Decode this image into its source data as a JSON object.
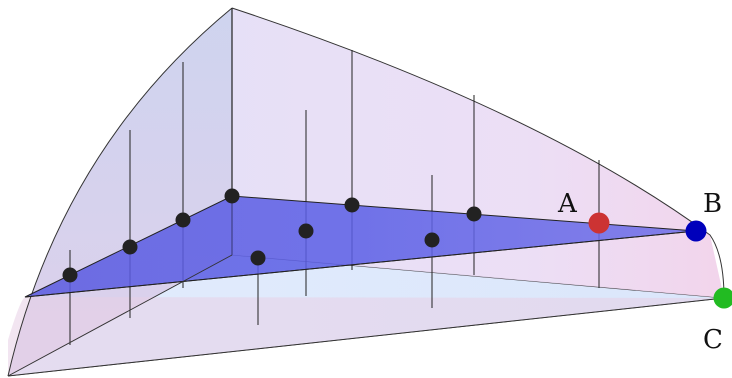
{
  "labels": {
    "a": "A",
    "b": "B",
    "c": "C"
  },
  "colors": {
    "plane": "#4d4de6",
    "point": "#222222",
    "point_a": "#cc3333",
    "point_b": "#0000bb",
    "point_c": "#22bb22",
    "wall_left": "#c9cdf0",
    "wall_back": "#e2d8f6",
    "floor": "#dfe9fb"
  }
}
